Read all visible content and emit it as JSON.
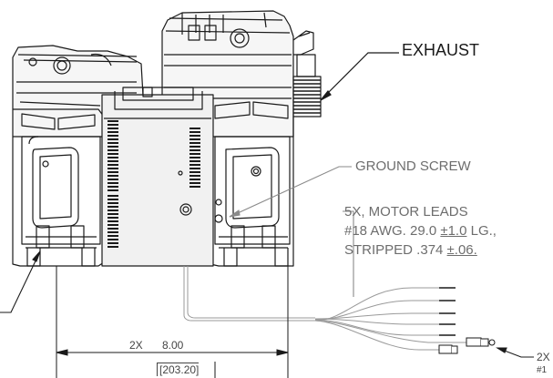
{
  "callouts": {
    "exhaust": "EXHAUST",
    "ground_screw": "GROUND SCREW",
    "motor_leads_line1": "5X, MOTOR LEADS",
    "motor_leads_line2_a": "#18 AWG. 29.0 ",
    "motor_leads_line2_tol": "±1.0",
    "motor_leads_line2_b": " LG.,",
    "motor_leads_line3_a": "STRIPPED .374 ",
    "motor_leads_line3_tol": "±.06."
  },
  "dimensions": {
    "width_qty": "2X",
    "width_in": "8.00",
    "width_mm": "[203.20]",
    "right_qty": "2X",
    "right_extra": "#1"
  },
  "colors": {
    "line": "#1a1a1a",
    "leader_gray": "#8a8a8a",
    "wire": "#9a9a9a"
  }
}
